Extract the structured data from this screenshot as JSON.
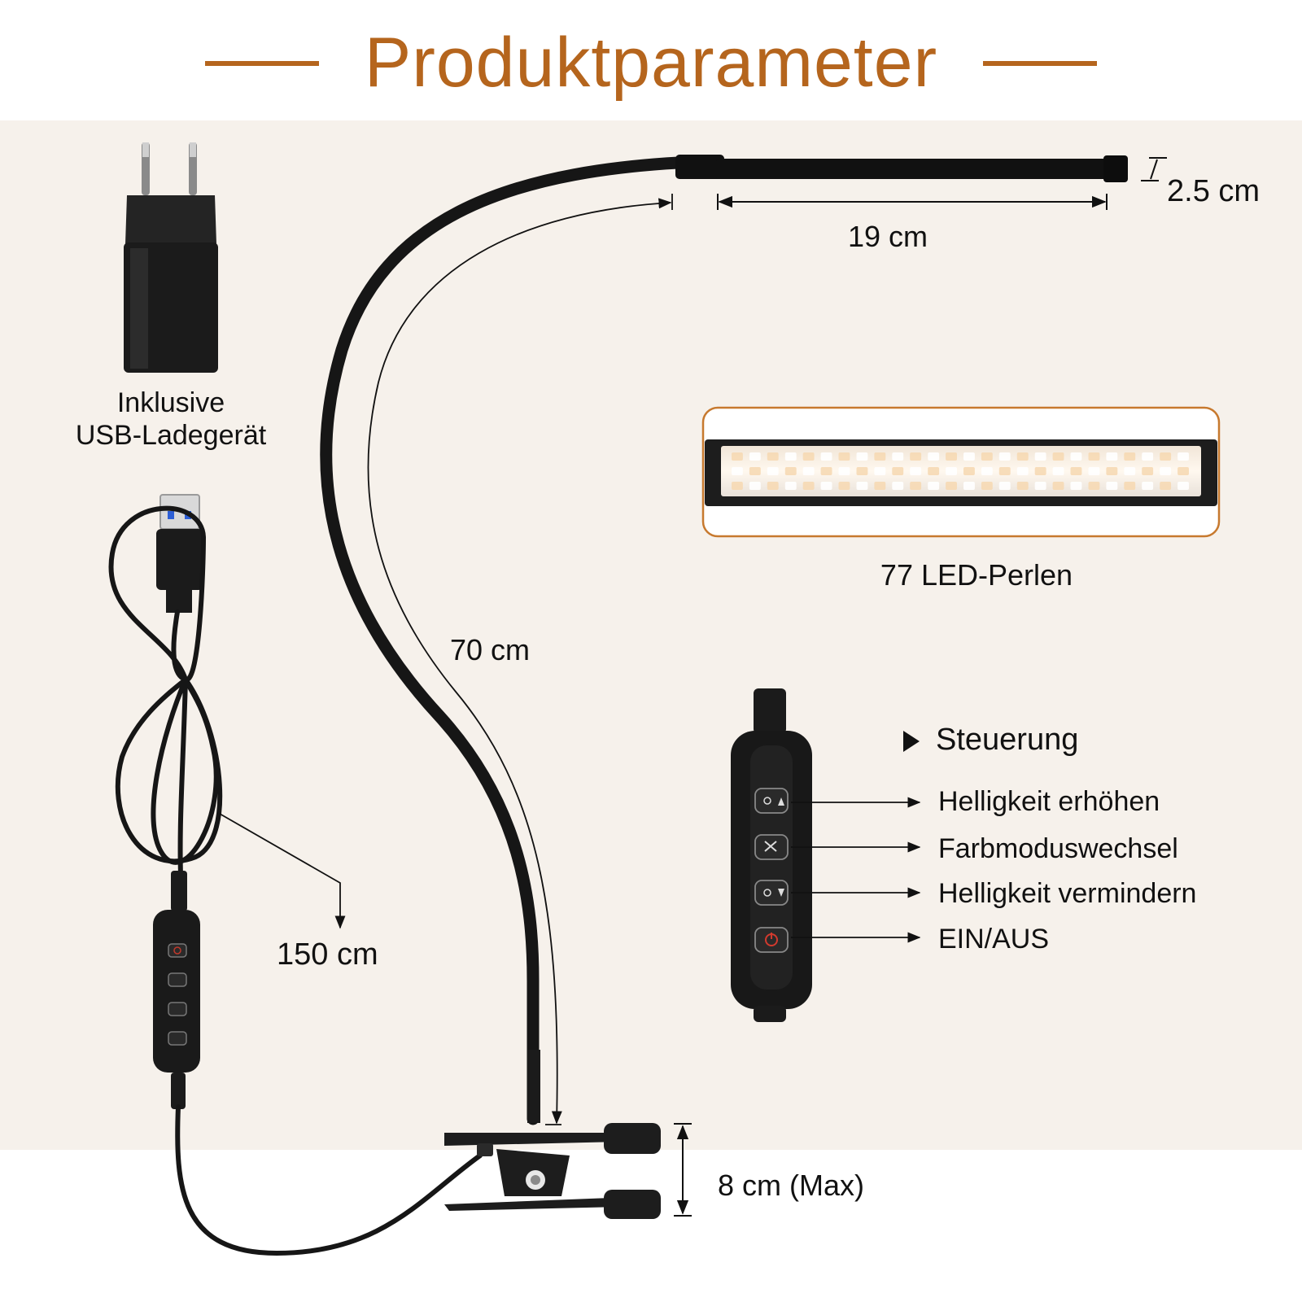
{
  "title": "Produktparameter",
  "colors": {
    "accent": "#b5651d",
    "background_band": "#f6f1eb",
    "product": "#161616"
  },
  "charger": {
    "icon": "eu-plug-charger-icon",
    "line1": "Inklusive",
    "line2": "USB-Ladegerät"
  },
  "cable": {
    "icon": "usb-cable-icon",
    "length": "150 cm"
  },
  "lamp": {
    "head_length": "19 cm",
    "head_width": "2.5 cm",
    "neck_length": "70 cm",
    "clamp_opening": "8 cm (Max)"
  },
  "led": {
    "icon": "led-strip-icon",
    "label": "77 LED-Perlen"
  },
  "controller": {
    "heading": "Steuerung",
    "buttons": [
      {
        "icon": "brightness-up-icon",
        "label": "Helligkeit erhöhen"
      },
      {
        "icon": "color-mode-icon",
        "label": "Farbmoduswechsel"
      },
      {
        "icon": "brightness-down-icon",
        "label": "Helligkeit vermindern"
      },
      {
        "icon": "power-icon",
        "label": "EIN/AUS"
      }
    ]
  }
}
